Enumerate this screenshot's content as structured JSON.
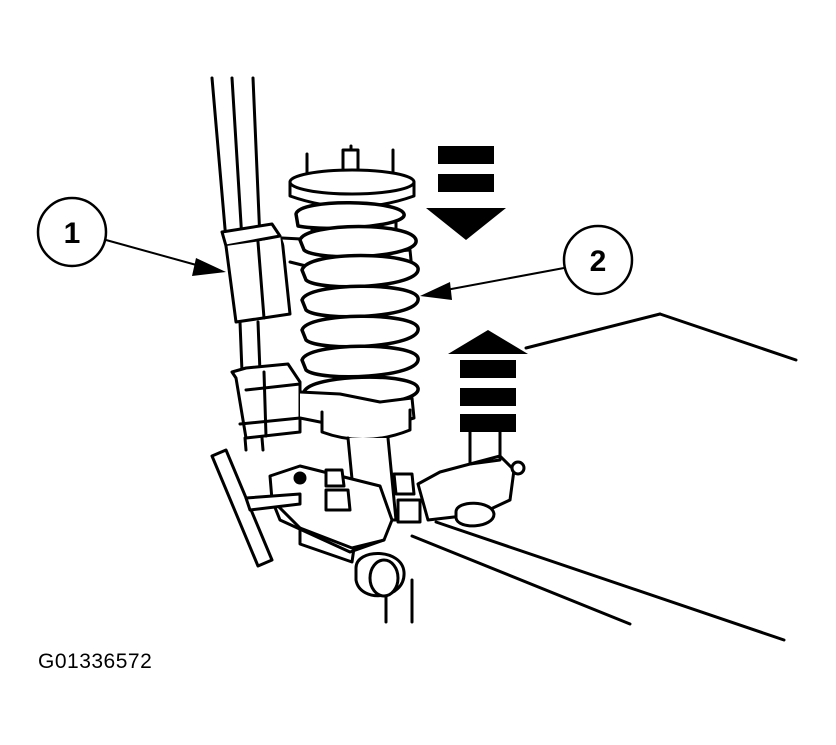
{
  "callouts": [
    {
      "label": "1"
    },
    {
      "label": "2"
    }
  ],
  "figure_id": "G01336572",
  "colors": {
    "ink": "#000000",
    "paper": "#ffffff"
  },
  "icons": [
    "compress-down-arrow-icon",
    "compress-up-arrow-icon"
  ]
}
